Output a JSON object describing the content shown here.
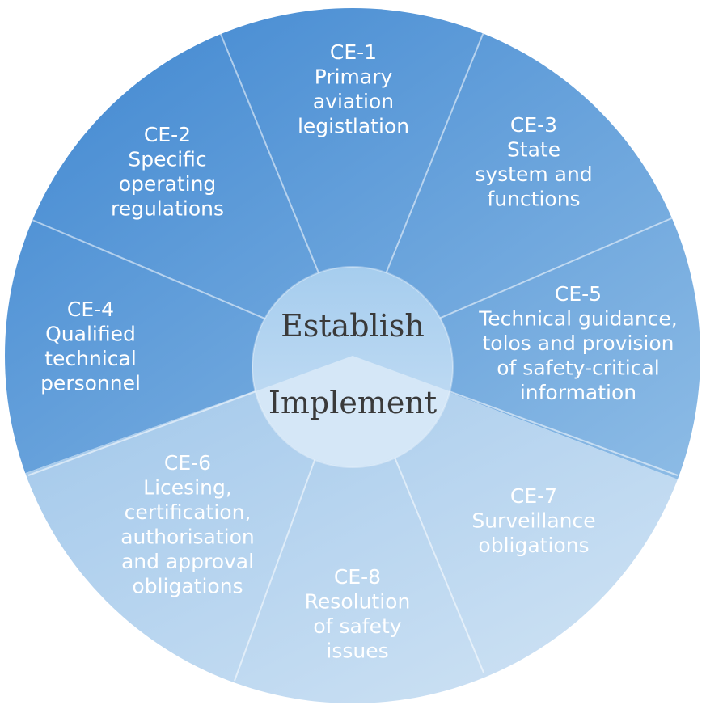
{
  "colors": {
    "establish_dark": "#3d85d0",
    "establish_light": "#8fbde6",
    "implement_dark": "#9fc6ea",
    "implement_light": "#d3e5f5",
    "hub_top": "#a6cdee",
    "hub_bottom": "#d5e7f7"
  },
  "center": {
    "establish": "Establish",
    "implement": "Implement"
  },
  "elements": [
    {
      "id": "ce-1",
      "lines": [
        "CE-1",
        "Primary",
        "aviation",
        "legistlation"
      ]
    },
    {
      "id": "ce-2",
      "lines": [
        "CE-2",
        "Specific",
        "operating",
        "regulations"
      ]
    },
    {
      "id": "ce-3",
      "lines": [
        "CE-3",
        "State",
        "system and",
        "functions"
      ]
    },
    {
      "id": "ce-4",
      "lines": [
        "CE-4",
        "Qualified",
        "technical",
        "personnel"
      ]
    },
    {
      "id": "ce-5",
      "lines": [
        "CE-5",
        "Technical guidance,",
        "tolos and provision",
        "of safety-critical",
        "information"
      ]
    },
    {
      "id": "ce-6",
      "lines": [
        "CE-6",
        "Licesing,",
        "certification,",
        "authorisation",
        "and approval",
        "obligations"
      ]
    },
    {
      "id": "ce-7",
      "lines": [
        "CE-7",
        "Surveillance",
        "obligations"
      ]
    },
    {
      "id": "ce-8",
      "lines": [
        "CE-8",
        "Resolution",
        "of safety",
        "issues"
      ]
    }
  ]
}
